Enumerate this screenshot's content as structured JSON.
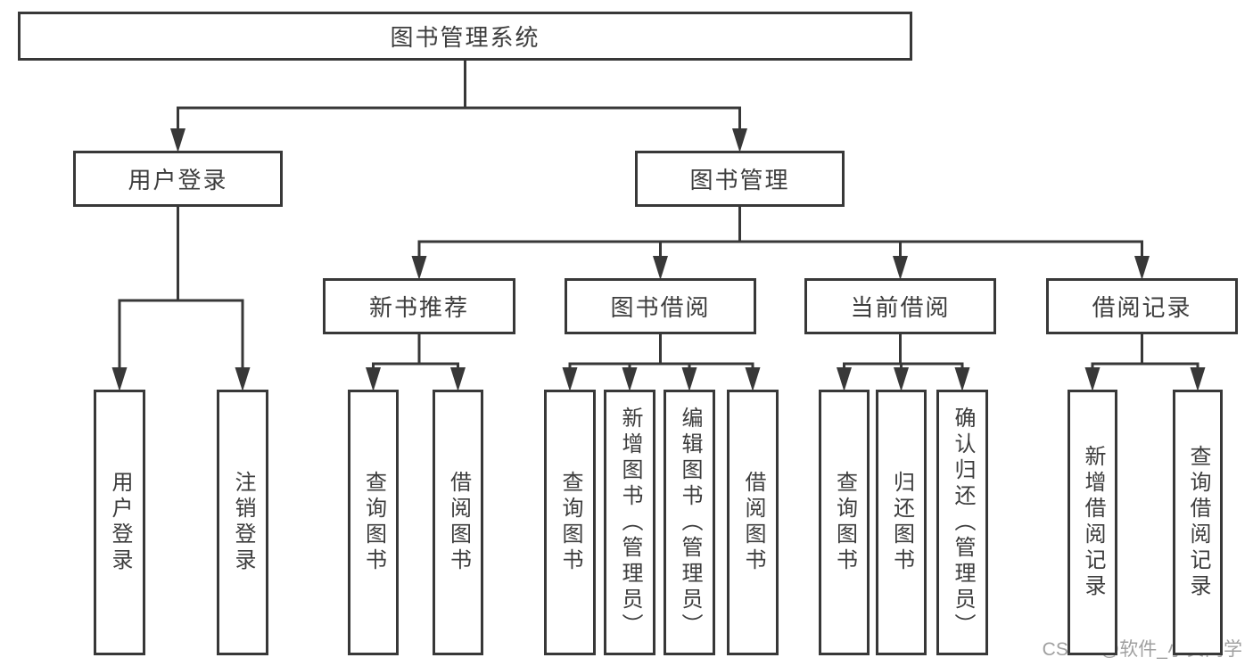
{
  "diagram": {
    "title": "图书管理系统",
    "nodes": [
      {
        "id": "root",
        "label": "图书管理系统",
        "level": 1,
        "orientation": "horizontal"
      },
      {
        "id": "user-login-group",
        "label": "用户登录",
        "level": 2,
        "orientation": "horizontal"
      },
      {
        "id": "book-mgmt",
        "label": "图书管理",
        "level": 2,
        "orientation": "horizontal"
      },
      {
        "id": "new-book-rec",
        "label": "新书推荐",
        "level": 3,
        "orientation": "horizontal"
      },
      {
        "id": "book-borrow",
        "label": "图书借阅",
        "level": 3,
        "orientation": "horizontal"
      },
      {
        "id": "current-borrow",
        "label": "当前借阅",
        "level": 3,
        "orientation": "horizontal"
      },
      {
        "id": "borrow-records",
        "label": "借阅记录",
        "level": 3,
        "orientation": "horizontal"
      },
      {
        "id": "leaf-user-login",
        "label": "用户登录",
        "level": 4,
        "orientation": "vertical"
      },
      {
        "id": "leaf-logout",
        "label": "注销登录",
        "level": 4,
        "orientation": "vertical"
      },
      {
        "id": "leaf-query-books-1",
        "label": "查询图书",
        "level": 4,
        "orientation": "vertical"
      },
      {
        "id": "leaf-borrow-books-1",
        "label": "借阅图书",
        "level": 4,
        "orientation": "vertical"
      },
      {
        "id": "leaf-query-books-2",
        "label": "查询图书",
        "level": 4,
        "orientation": "vertical"
      },
      {
        "id": "leaf-add-books",
        "label": "新增图书（管理员）",
        "level": 4,
        "orientation": "vertical"
      },
      {
        "id": "leaf-edit-books",
        "label": "编辑图书（管理员）",
        "level": 4,
        "orientation": "vertical"
      },
      {
        "id": "leaf-borrow-books-2",
        "label": "借阅图书",
        "level": 4,
        "orientation": "vertical"
      },
      {
        "id": "leaf-query-books-3",
        "label": "查询图书",
        "level": 4,
        "orientation": "vertical"
      },
      {
        "id": "leaf-return-books",
        "label": "归还图书",
        "level": 4,
        "orientation": "vertical"
      },
      {
        "id": "leaf-confirm-return",
        "label": "确认归还（管理员）",
        "level": 4,
        "orientation": "vertical"
      },
      {
        "id": "leaf-add-borrow-record",
        "label": "新增借阅记录",
        "level": 4,
        "orientation": "vertical"
      },
      {
        "id": "leaf-query-borrow-record",
        "label": "查询借阅记录",
        "level": 4,
        "orientation": "vertical"
      }
    ],
    "edges": [
      {
        "parent": "root",
        "children": [
          "user-login-group",
          "book-mgmt"
        ]
      },
      {
        "parent": "user-login-group",
        "children": [
          "leaf-user-login",
          "leaf-logout"
        ]
      },
      {
        "parent": "book-mgmt",
        "children": [
          "new-book-rec",
          "book-borrow",
          "current-borrow",
          "borrow-records"
        ]
      },
      {
        "parent": "new-book-rec",
        "children": [
          "leaf-query-books-1",
          "leaf-borrow-books-1"
        ]
      },
      {
        "parent": "book-borrow",
        "children": [
          "leaf-query-books-2",
          "leaf-add-books",
          "leaf-edit-books",
          "leaf-borrow-books-2"
        ]
      },
      {
        "parent": "current-borrow",
        "children": [
          "leaf-query-books-3",
          "leaf-return-books",
          "leaf-confirm-return"
        ]
      },
      {
        "parent": "borrow-records",
        "children": [
          "leaf-add-borrow-record",
          "leaf-query-borrow-record"
        ]
      }
    ]
  },
  "watermark": {
    "text": "CSDN @软件_小贺同学"
  },
  "colors": {
    "line": "#383838",
    "box_border": "#383838",
    "text": "#3d3d3d",
    "background": "#ffffff",
    "watermark": "#a0a0a0"
  }
}
